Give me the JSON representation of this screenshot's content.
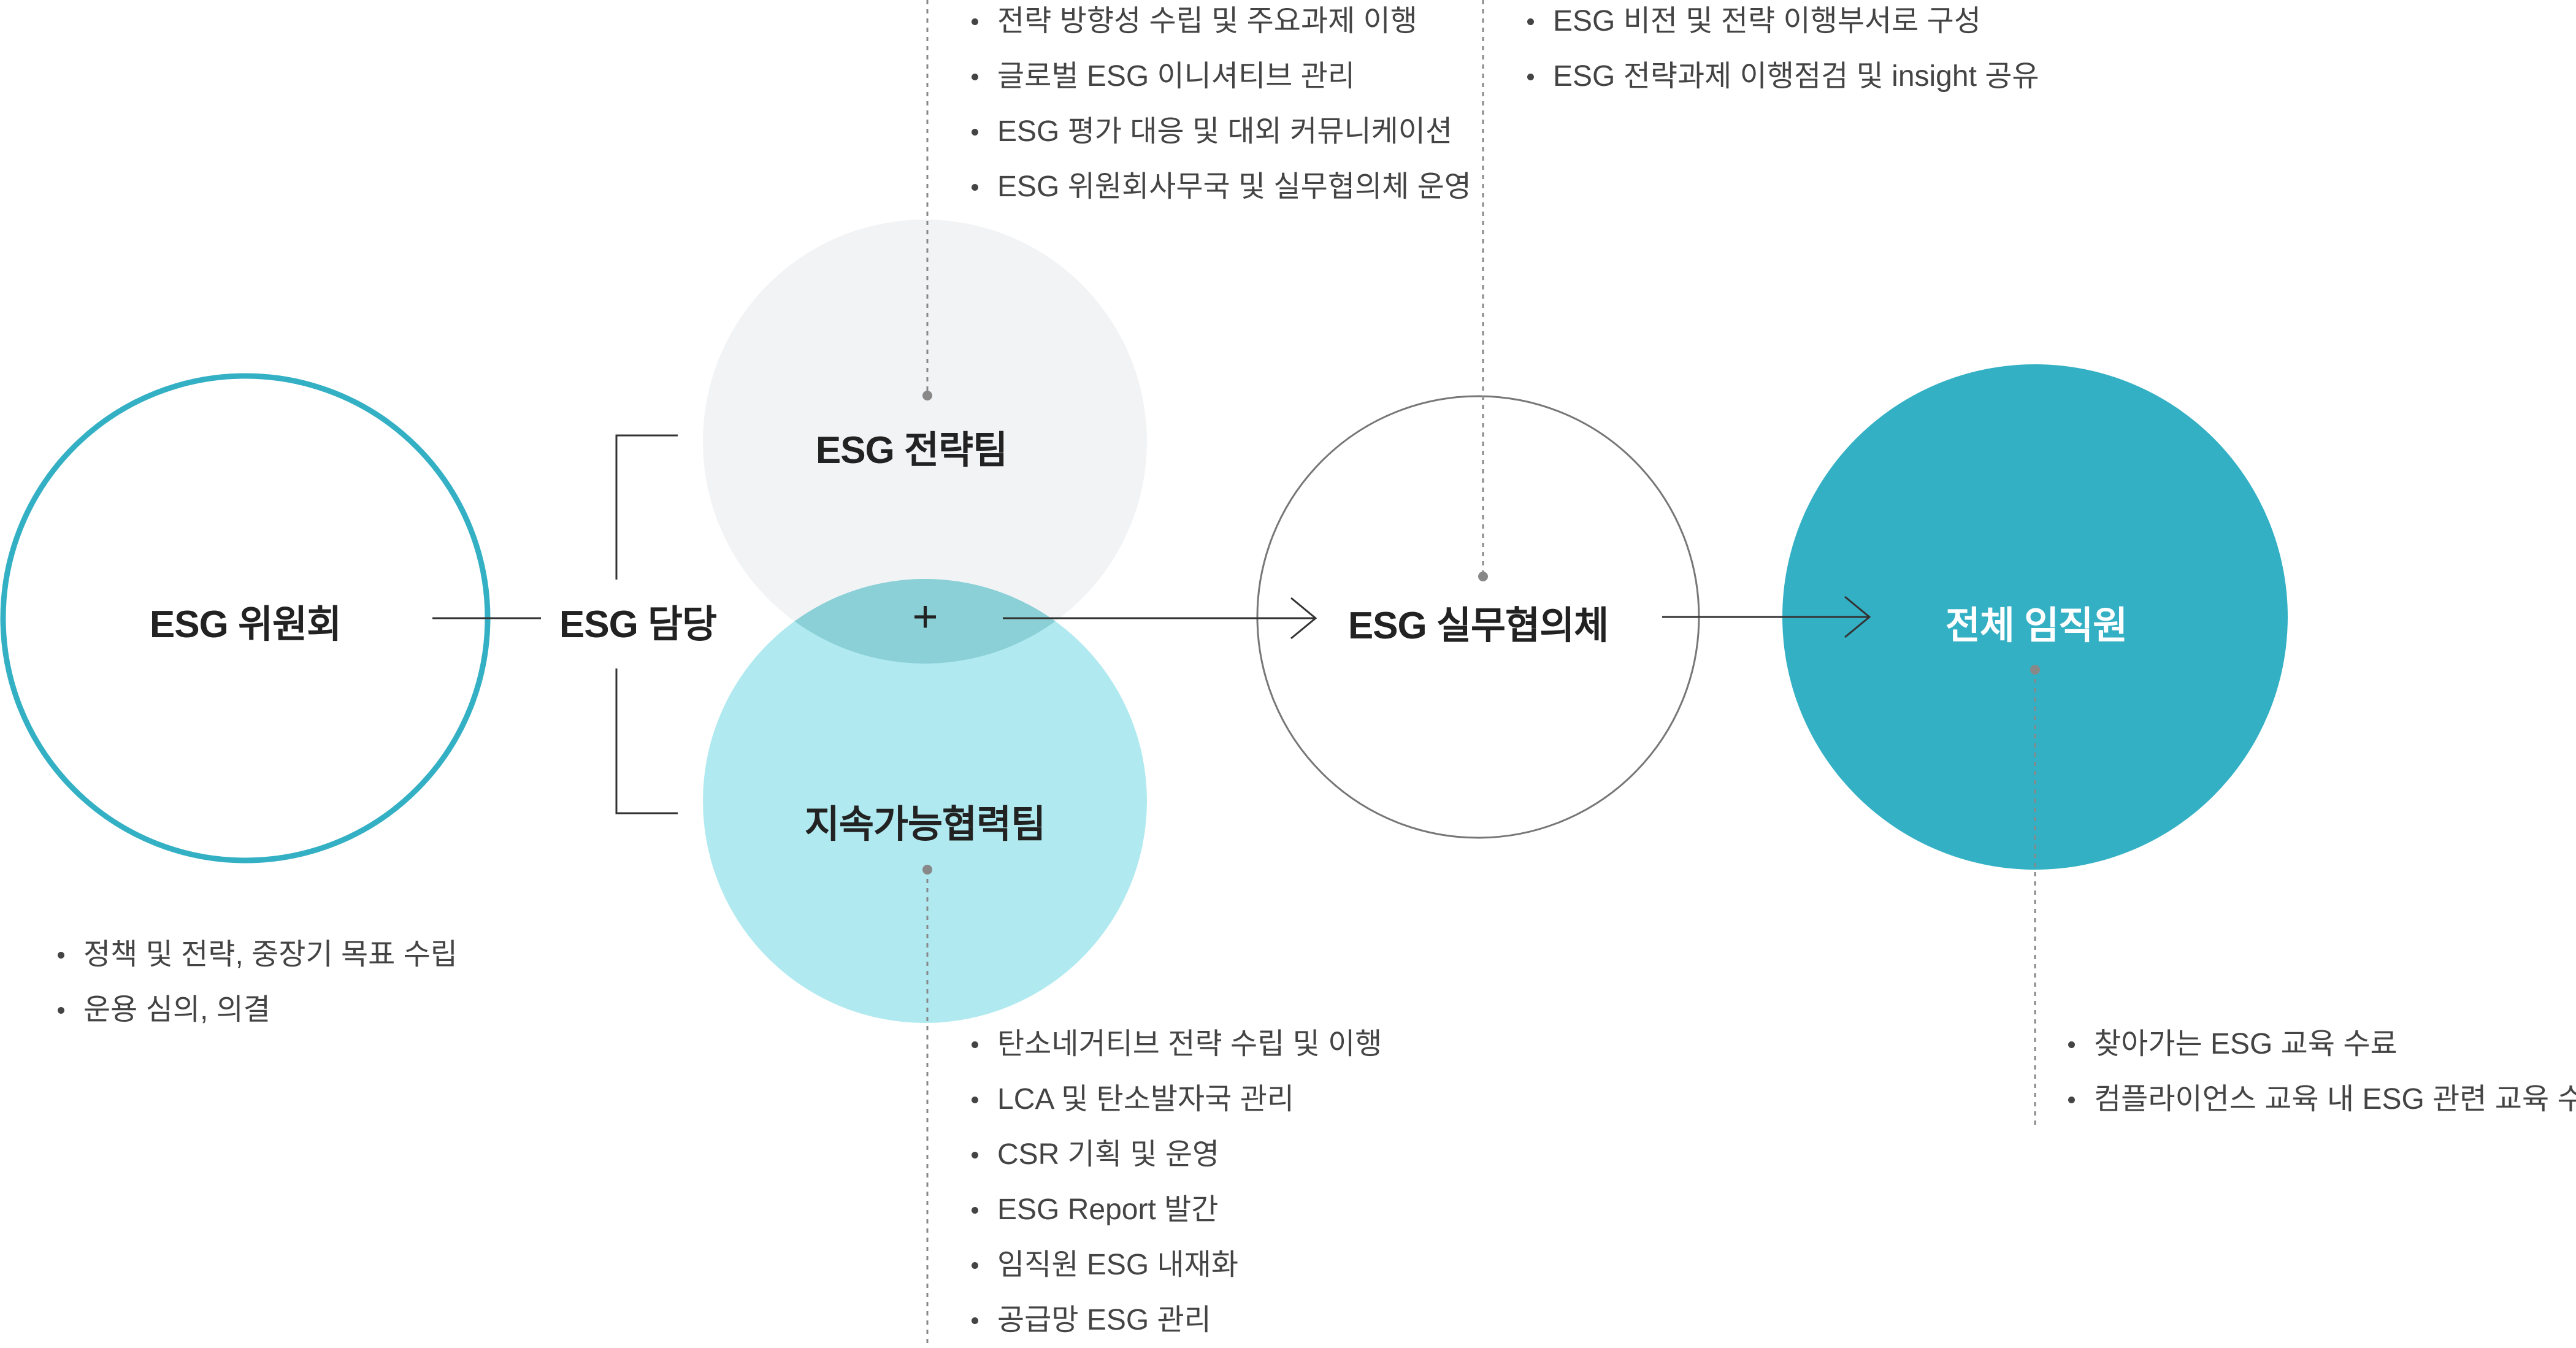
{
  "nodes": {
    "committee": "ESG 위원회",
    "owner": "ESG 담당",
    "strategy_team": "ESG 전략팀",
    "plus": "+",
    "sustainability_team": "지속가능협력팀",
    "council": "ESG 실무협의체",
    "all_employees": "전체 임직원"
  },
  "lists": {
    "strategy_team": [
      "전략 방향성 수립 및 주요과제 이행",
      "글로벌 ESG 이니셔티브 관리",
      "ESG 평가 대응 및 대외 커뮤니케이션",
      "ESG 위원회사무국 및 실무협의체 운영"
    ],
    "council": [
      "ESG 비전 및 전략 이행부서로 구성",
      "ESG 전략과제 이행점검 및 insight 공유"
    ],
    "committee": [
      "정책 및 전략, 중장기 목표 수립",
      "운용 심의, 의결"
    ],
    "sustainability_team": [
      "탄소네거티브 전략 수립 및 이행",
      "LCA 및 탄소발자국 관리",
      "CSR 기획 및 운영",
      "ESG Report 발간",
      "임직원 ESG 내재화",
      "공급망 ESG 관리"
    ],
    "all_employees": [
      "찾아가는 ESG 교육 수료",
      "컴플라이언스 교육 내 ESG 관련 교육 수료"
    ]
  },
  "colors": {
    "committee_ring": "#34b0c4",
    "strategy_fill": "#f2f3f5",
    "sustainability_fill": "#b0eaf0",
    "overlap_fill": "#8ad0d6",
    "council_ring": "#777777",
    "employees_fill": "#34b0c4",
    "line": "#333333",
    "dotted": "#888888"
  }
}
